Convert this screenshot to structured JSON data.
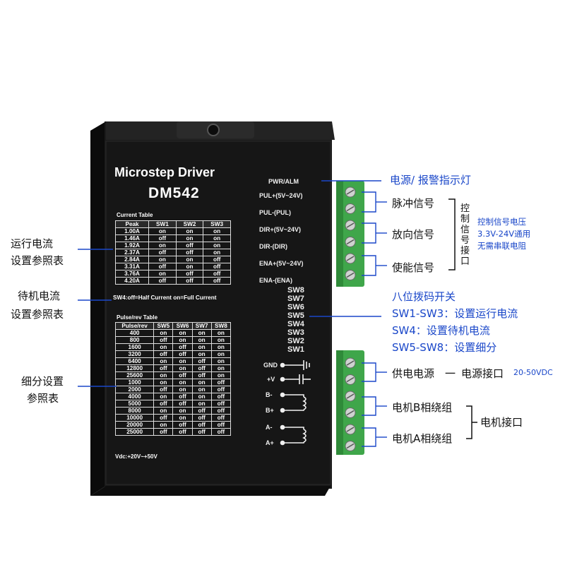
{
  "driver": {
    "title": "Microstep Driver",
    "model": "DM542",
    "current_table": {
      "caption": "Current Table",
      "headers": [
        "Peak",
        "SW1",
        "SW2",
        "SW3"
      ],
      "rows": [
        [
          "1.00A",
          "on",
          "on",
          "on"
        ],
        [
          "1.46A",
          "off",
          "on",
          "on"
        ],
        [
          "1.92A",
          "on",
          "off",
          "on"
        ],
        [
          "2.37A",
          "off",
          "off",
          "on"
        ],
        [
          "2.84A",
          "on",
          "on",
          "off"
        ],
        [
          "3.31A",
          "off",
          "on",
          "off"
        ],
        [
          "3.76A",
          "on",
          "off",
          "off"
        ],
        [
          "4.20A",
          "off",
          "off",
          "off"
        ]
      ]
    },
    "sw4_note": "SW4:off=Half Current on=Full Current",
    "pulse_table": {
      "caption": "Pulse/rev Table",
      "headers": [
        "Pulse/rev",
        "SW5",
        "SW6",
        "SW7",
        "SW8"
      ],
      "rows": [
        [
          "400",
          "on",
          "on",
          "on",
          "on"
        ],
        [
          "800",
          "off",
          "on",
          "on",
          "on"
        ],
        [
          "1600",
          "on",
          "off",
          "on",
          "on"
        ],
        [
          "3200",
          "off",
          "off",
          "on",
          "on"
        ],
        [
          "6400",
          "on",
          "on",
          "off",
          "on"
        ],
        [
          "12800",
          "off",
          "on",
          "off",
          "on"
        ],
        [
          "25600",
          "on",
          "off",
          "off",
          "on"
        ],
        [
          "1000",
          "on",
          "on",
          "on",
          "off"
        ],
        [
          "2000",
          "off",
          "on",
          "on",
          "off"
        ],
        [
          "4000",
          "on",
          "off",
          "on",
          "off"
        ],
        [
          "5000",
          "off",
          "off",
          "on",
          "off"
        ],
        [
          "8000",
          "on",
          "on",
          "off",
          "off"
        ],
        [
          "10000",
          "off",
          "on",
          "off",
          "off"
        ],
        [
          "20000",
          "on",
          "off",
          "off",
          "off"
        ],
        [
          "25000",
          "off",
          "off",
          "off",
          "off"
        ]
      ]
    },
    "vdc": "Vdc:+20V~+50V",
    "signal_labels": [
      "PWR/ALM",
      "PUL+(5V~24V)",
      "PUL-(PUL)",
      "DIR+(5V~24V)",
      "DIR-(DIR)",
      "ENA+(5V~24V)",
      "ENA-(ENA)"
    ],
    "switches": [
      "SW8",
      "SW7",
      "SW6",
      "SW5",
      "SW4",
      "SW3",
      "SW2",
      "SW1"
    ],
    "power_labels": [
      "GND",
      "+V",
      "B-",
      "B+",
      "A-",
      "A+"
    ]
  },
  "annotations": {
    "left": {
      "run_current_1": "运行电流",
      "run_current_2": "设置参照表",
      "standby_1": "待机电流",
      "standby_2": "设置参照表",
      "subdiv_1": "细分设置",
      "subdiv_2": "参照表"
    },
    "right": {
      "power_alarm": "电源/ 报警指示灯",
      "pulse_signal": "脉冲信号",
      "dir_signal": "放向信号",
      "enable_signal": "使能信号",
      "control_interface": "控制信号接口",
      "control_voltage_1": "控制信号电压",
      "control_voltage_2": "3.3V-24V通用",
      "control_voltage_3": "无需串联电阻",
      "dip_title": "八位拨码开关",
      "sw13": "SW1-SW3：设置运行电流",
      "sw4": "SW4：设置待机电流",
      "sw58": "SW5-SW8：设置细分",
      "supply": "供电电源",
      "dash": "一",
      "power_port": "电源接口",
      "voltage_range": "20-50VDC",
      "motor_b": "电机B相绕组",
      "motor_a": "电机A相绕组",
      "motor_port": "电机接口"
    }
  },
  "colors": {
    "annotation_blue": "#1a47c9",
    "terminal_green": "#3fa64a",
    "driver_black": "#141414"
  }
}
